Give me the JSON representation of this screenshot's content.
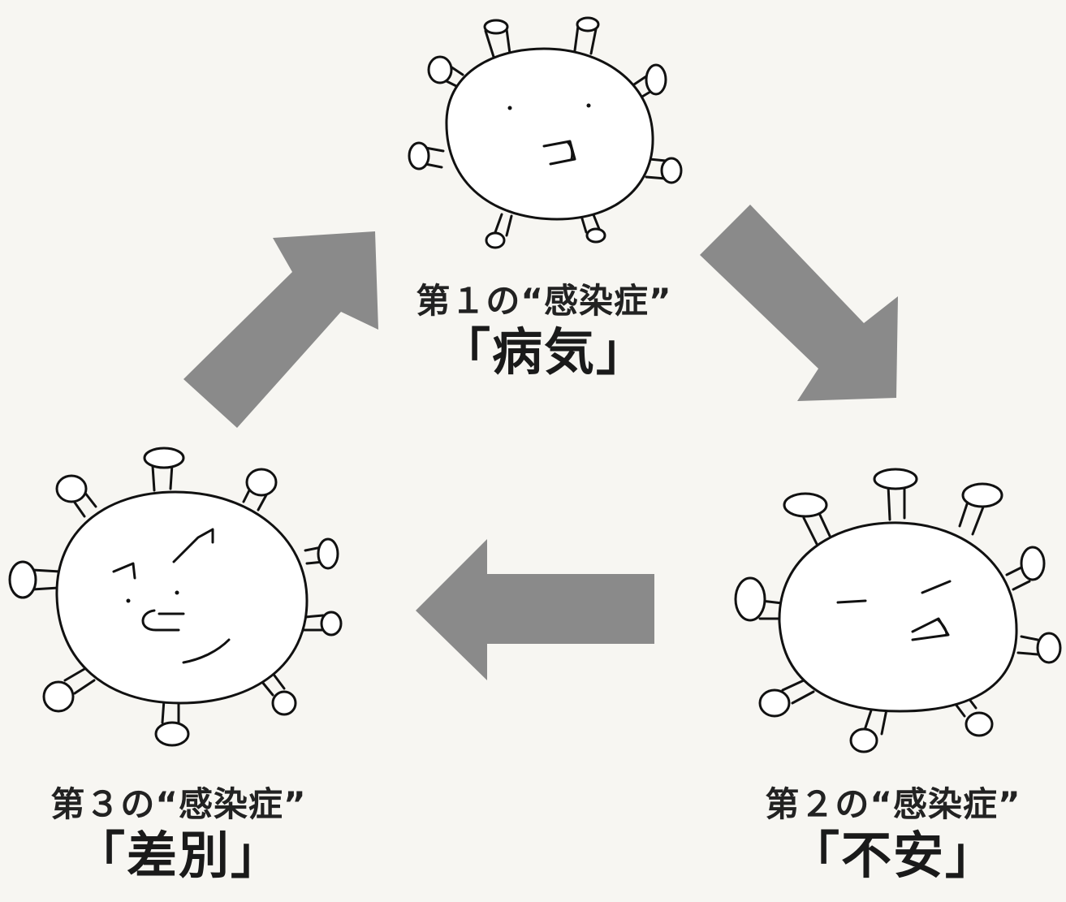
{
  "stages": [
    {
      "ordinal_label": "第１の“感染症”",
      "name_label": "「病気」",
      "face": "neutral"
    },
    {
      "ordinal_label": "第２の“感染症”",
      "name_label": "「不安」",
      "face": "worried"
    },
    {
      "ordinal_label": "第３の“感染症”",
      "name_label": "「差別」",
      "face": "angry"
    }
  ],
  "cycle": [
    {
      "from": 3,
      "to": 1,
      "direction": "up-right"
    },
    {
      "from": 1,
      "to": 2,
      "direction": "down-right"
    },
    {
      "from": 2,
      "to": 3,
      "direction": "left"
    }
  ],
  "colors": {
    "arrow_fill": "#8a8a8a",
    "line": "#111111",
    "background": "#f7f6f2"
  }
}
